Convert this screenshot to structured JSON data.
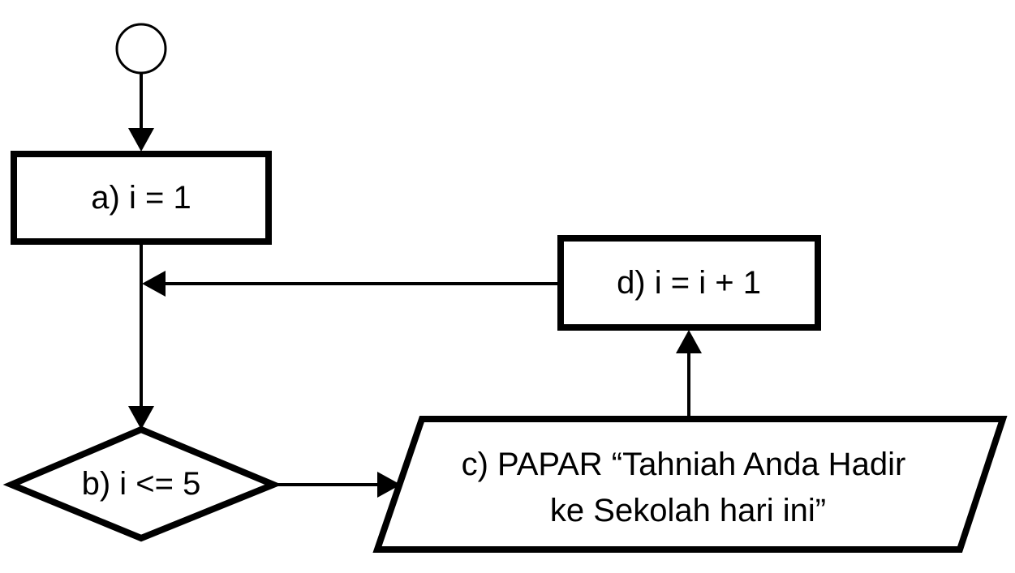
{
  "diagram": {
    "type": "flowchart",
    "nodes": [
      {
        "id": "start",
        "shape": "circle",
        "text": ""
      },
      {
        "id": "a",
        "shape": "process",
        "text": "a) i = 1"
      },
      {
        "id": "b",
        "shape": "decision",
        "text": "b) i <= 5"
      },
      {
        "id": "c",
        "shape": "input-output",
        "lines": [
          "c) PAPAR “Tahniah Anda Hadir",
          "ke Sekolah hari ini”"
        ]
      },
      {
        "id": "d",
        "shape": "process",
        "text": "d) i = i + 1"
      }
    ],
    "edges": [
      {
        "from": "start",
        "to": "a"
      },
      {
        "from": "a",
        "to": "b"
      },
      {
        "from": "b",
        "to": "c"
      },
      {
        "from": "c",
        "to": "d"
      },
      {
        "from": "d",
        "to": "b"
      }
    ],
    "colors": {
      "stroke": "#000000",
      "fill": "#ffffff",
      "text": "#000000"
    }
  }
}
